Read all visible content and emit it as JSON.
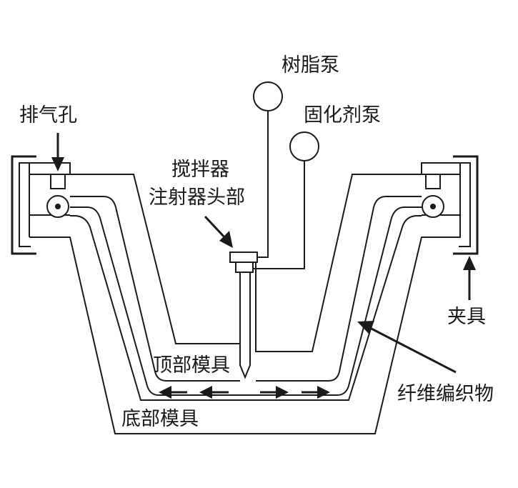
{
  "labels": {
    "resin_pump": "树脂泵",
    "curing_agent_pump": "固化剂泵",
    "vent_hole": "排气孔",
    "mixer_line1": "搅拌器",
    "mixer_line2": "注射器头部",
    "clamp": "夹具",
    "top_mold": "顶部模具",
    "fiber_fabric": "纤维编织物",
    "bottom_mold": "底部模具"
  },
  "colors": {
    "line": "#1a1a1a",
    "background": "#ffffff"
  }
}
